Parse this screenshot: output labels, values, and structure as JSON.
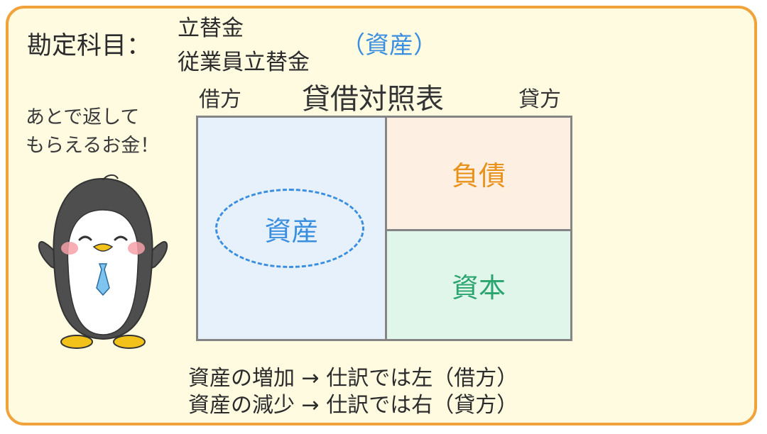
{
  "header": {
    "subject_label": "勘定科目：",
    "account_names": [
      "立替金",
      "従業員立替金"
    ],
    "category": "（資産）"
  },
  "balance_sheet": {
    "title": "貸借対照表",
    "debit_label": "借方",
    "credit_label": "貸方",
    "assets": "資産",
    "liabilities": "負債",
    "equity": "資本"
  },
  "speech": {
    "lines": [
      "あとで返して",
      "もらえるお金！"
    ]
  },
  "rules": [
    "資産の増加 → 仕訳では左（借方）",
    "資産の減少 → 仕訳では右（貸方）"
  ],
  "colors": {
    "frame": "#f0a33a",
    "background": "#fefbe1",
    "assets": "#3a8ee0",
    "liabilities": "#e8921c",
    "equity": "#2aa56f"
  },
  "illustration": "penguin-with-tie"
}
